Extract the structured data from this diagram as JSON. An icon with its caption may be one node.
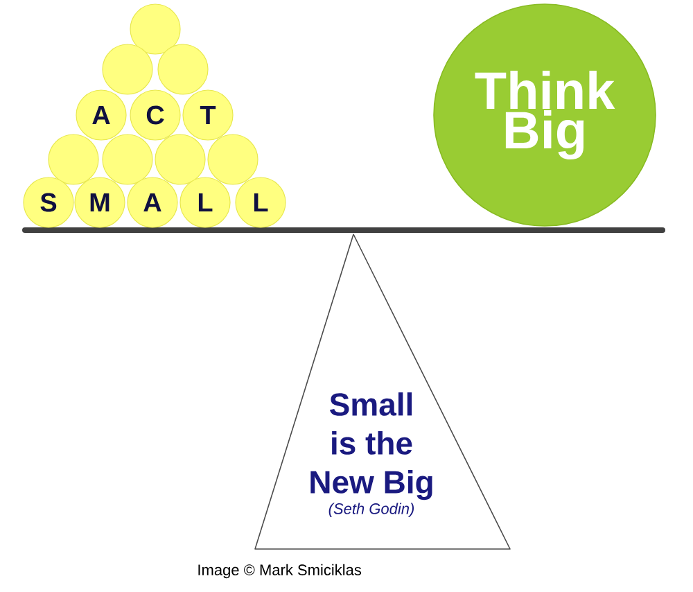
{
  "diagram": {
    "caption": "Image © Mark Smiciklas",
    "nodes": [
      {
        "text": [],
        "shape": "circle"
      },
      {
        "text": [],
        "shape": "circle"
      },
      {
        "text": [],
        "shape": "circle"
      },
      {
        "text": [
          "A"
        ]
      },
      {
        "text": [
          "C"
        ]
      },
      {
        "text": [
          "T"
        ]
      },
      {
        "text": [],
        "shape": "circle"
      },
      {
        "text": [],
        "shape": "circle"
      },
      {
        "text": [],
        "shape": "circle"
      },
      {
        "text": [],
        "shape": "circle"
      },
      {
        "text": [
          "S"
        ]
      },
      {
        "text": [
          "M"
        ]
      },
      {
        "text": [
          "A"
        ]
      },
      {
        "text": [
          "L"
        ]
      },
      {
        "text": [
          "L"
        ]
      },
      {
        "text": [
          "Think Big"
        ]
      },
      {
        "text": [
          "Small is the New Big",
          "(Seth Godin)"
        ]
      }
    ]
  }
}
